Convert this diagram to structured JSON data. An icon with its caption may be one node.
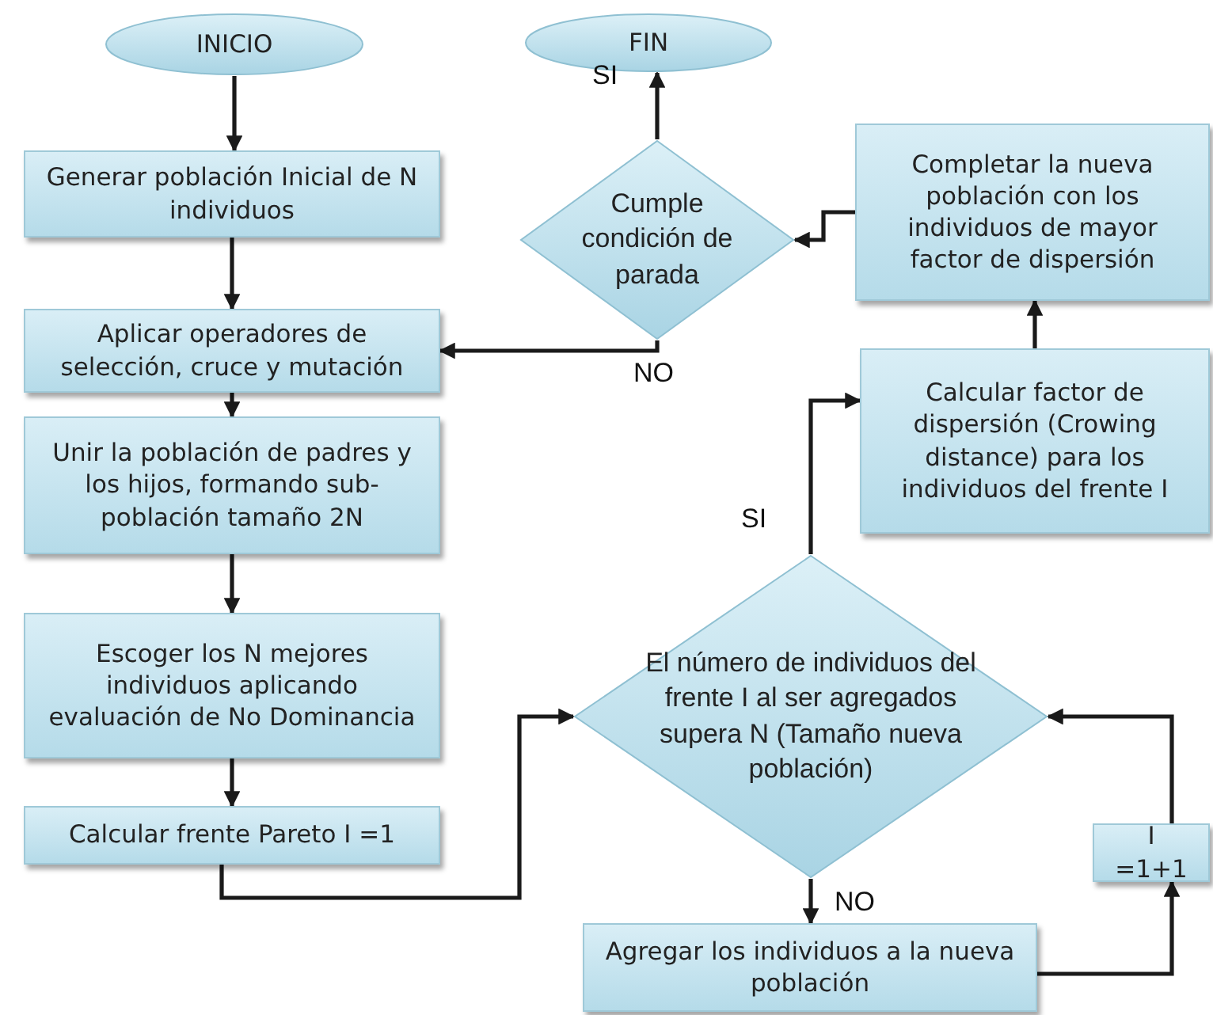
{
  "diagram": {
    "nodes": [
      {
        "text": [
          "INICIO"
        ]
      },
      {
        "text": [
          "Generar población Inicial de N individuos"
        ]
      },
      {
        "text": [
          "Aplicar operadores de selección, cruce y mutación"
        ]
      },
      {
        "text": [
          "Unir la población de padres y los hijos, formando sub-población tamaño 2N"
        ]
      },
      {
        "text": [
          "Escoger los N mejores individuos aplicando evaluación de No Dominancia"
        ]
      },
      {
        "text": [
          "Calcular frente Pareto I =1"
        ]
      },
      {
        "text": [
          "FIN"
        ]
      },
      {
        "text": [
          "Cumple condición de parada"
        ]
      },
      {
        "text": [
          "Completar la nueva población con los individuos de mayor factor de dispersión"
        ]
      },
      {
        "text": [
          "Calcular factor de dispersión (Crowing distance) para los individuos del frente I"
        ]
      },
      {
        "text": [
          "El número de individuos del frente I al ser agregados supera N (Tamaño nueva población)"
        ]
      },
      {
        "text": [
          "Agregar los individuos a la nueva población"
        ]
      },
      {
        "text": [
          "I =1+1"
        ]
      }
    ],
    "edges": [
      {
        "from": 0,
        "to": 1,
        "arrow": "to"
      },
      {
        "from": 1,
        "to": 2,
        "arrow": "to"
      },
      {
        "from": 2,
        "to": 3,
        "arrow": "to"
      },
      {
        "from": 3,
        "to": 4,
        "arrow": "to"
      },
      {
        "from": 4,
        "to": 5,
        "arrow": "to"
      },
      {
        "from": 7,
        "to": 6,
        "arrow": "to",
        "label": "SI"
      },
      {
        "from": 7,
        "to": 2,
        "arrow": "to",
        "label": "NO"
      },
      {
        "from": 8,
        "to": 7,
        "arrow": "to"
      },
      {
        "from": 9,
        "to": 8,
        "arrow": "to"
      },
      {
        "from": 10,
        "to": 9,
        "arrow": "to",
        "label": "SI"
      },
      {
        "from": 5,
        "to": 10,
        "arrow": "to"
      },
      {
        "from": 10,
        "to": 11,
        "arrow": "to",
        "label": "NO"
      },
      {
        "from": 11,
        "to": 12,
        "arrow": "to"
      },
      {
        "from": 12,
        "to": 10,
        "arrow": "to"
      }
    ]
  }
}
